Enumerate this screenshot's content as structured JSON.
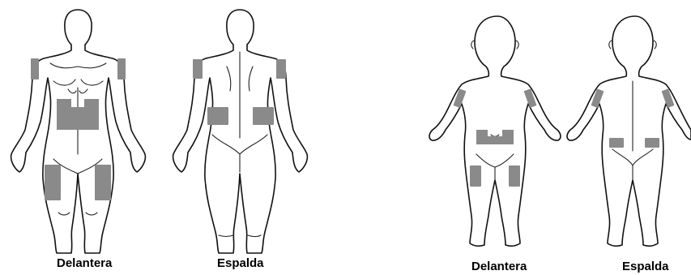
{
  "colors": {
    "injection_site": "#8a8a8a",
    "outline": "#111111",
    "background": "#ffffff"
  },
  "figures": {
    "adult_front": {
      "label": "Delantera"
    },
    "adult_back": {
      "label": "Espalda"
    },
    "child_front": {
      "label": "Delantera"
    },
    "child_back": {
      "label": "Espalda"
    }
  }
}
